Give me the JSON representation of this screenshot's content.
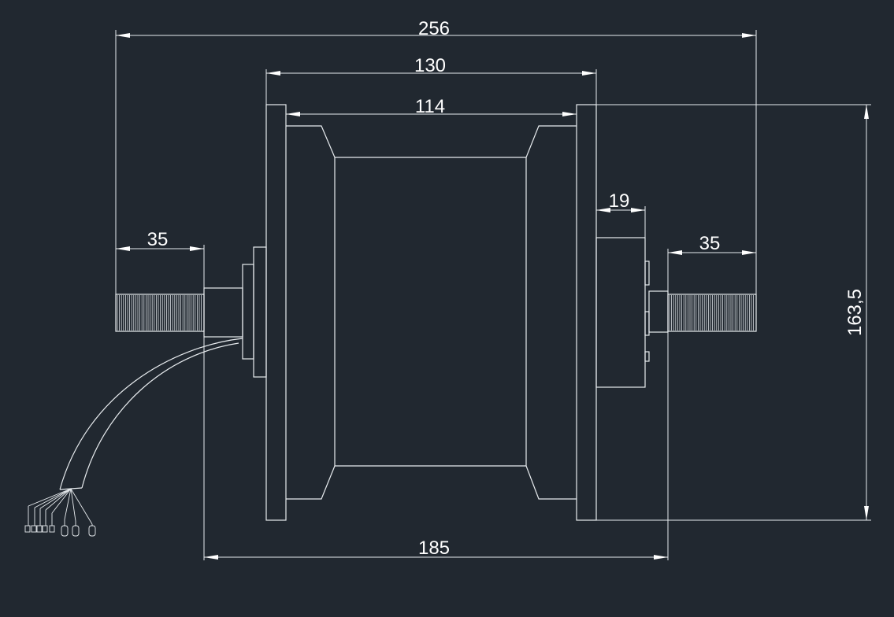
{
  "colors": {
    "background": "#212830",
    "line": "#e8ecef"
  },
  "dimensions": {
    "overall_width": "256",
    "shell_width": "130",
    "inner_width": "114",
    "left_axle": "35",
    "right_axle": "35",
    "brake_hub": "19",
    "bottom_width": "185",
    "height": "163,5"
  }
}
